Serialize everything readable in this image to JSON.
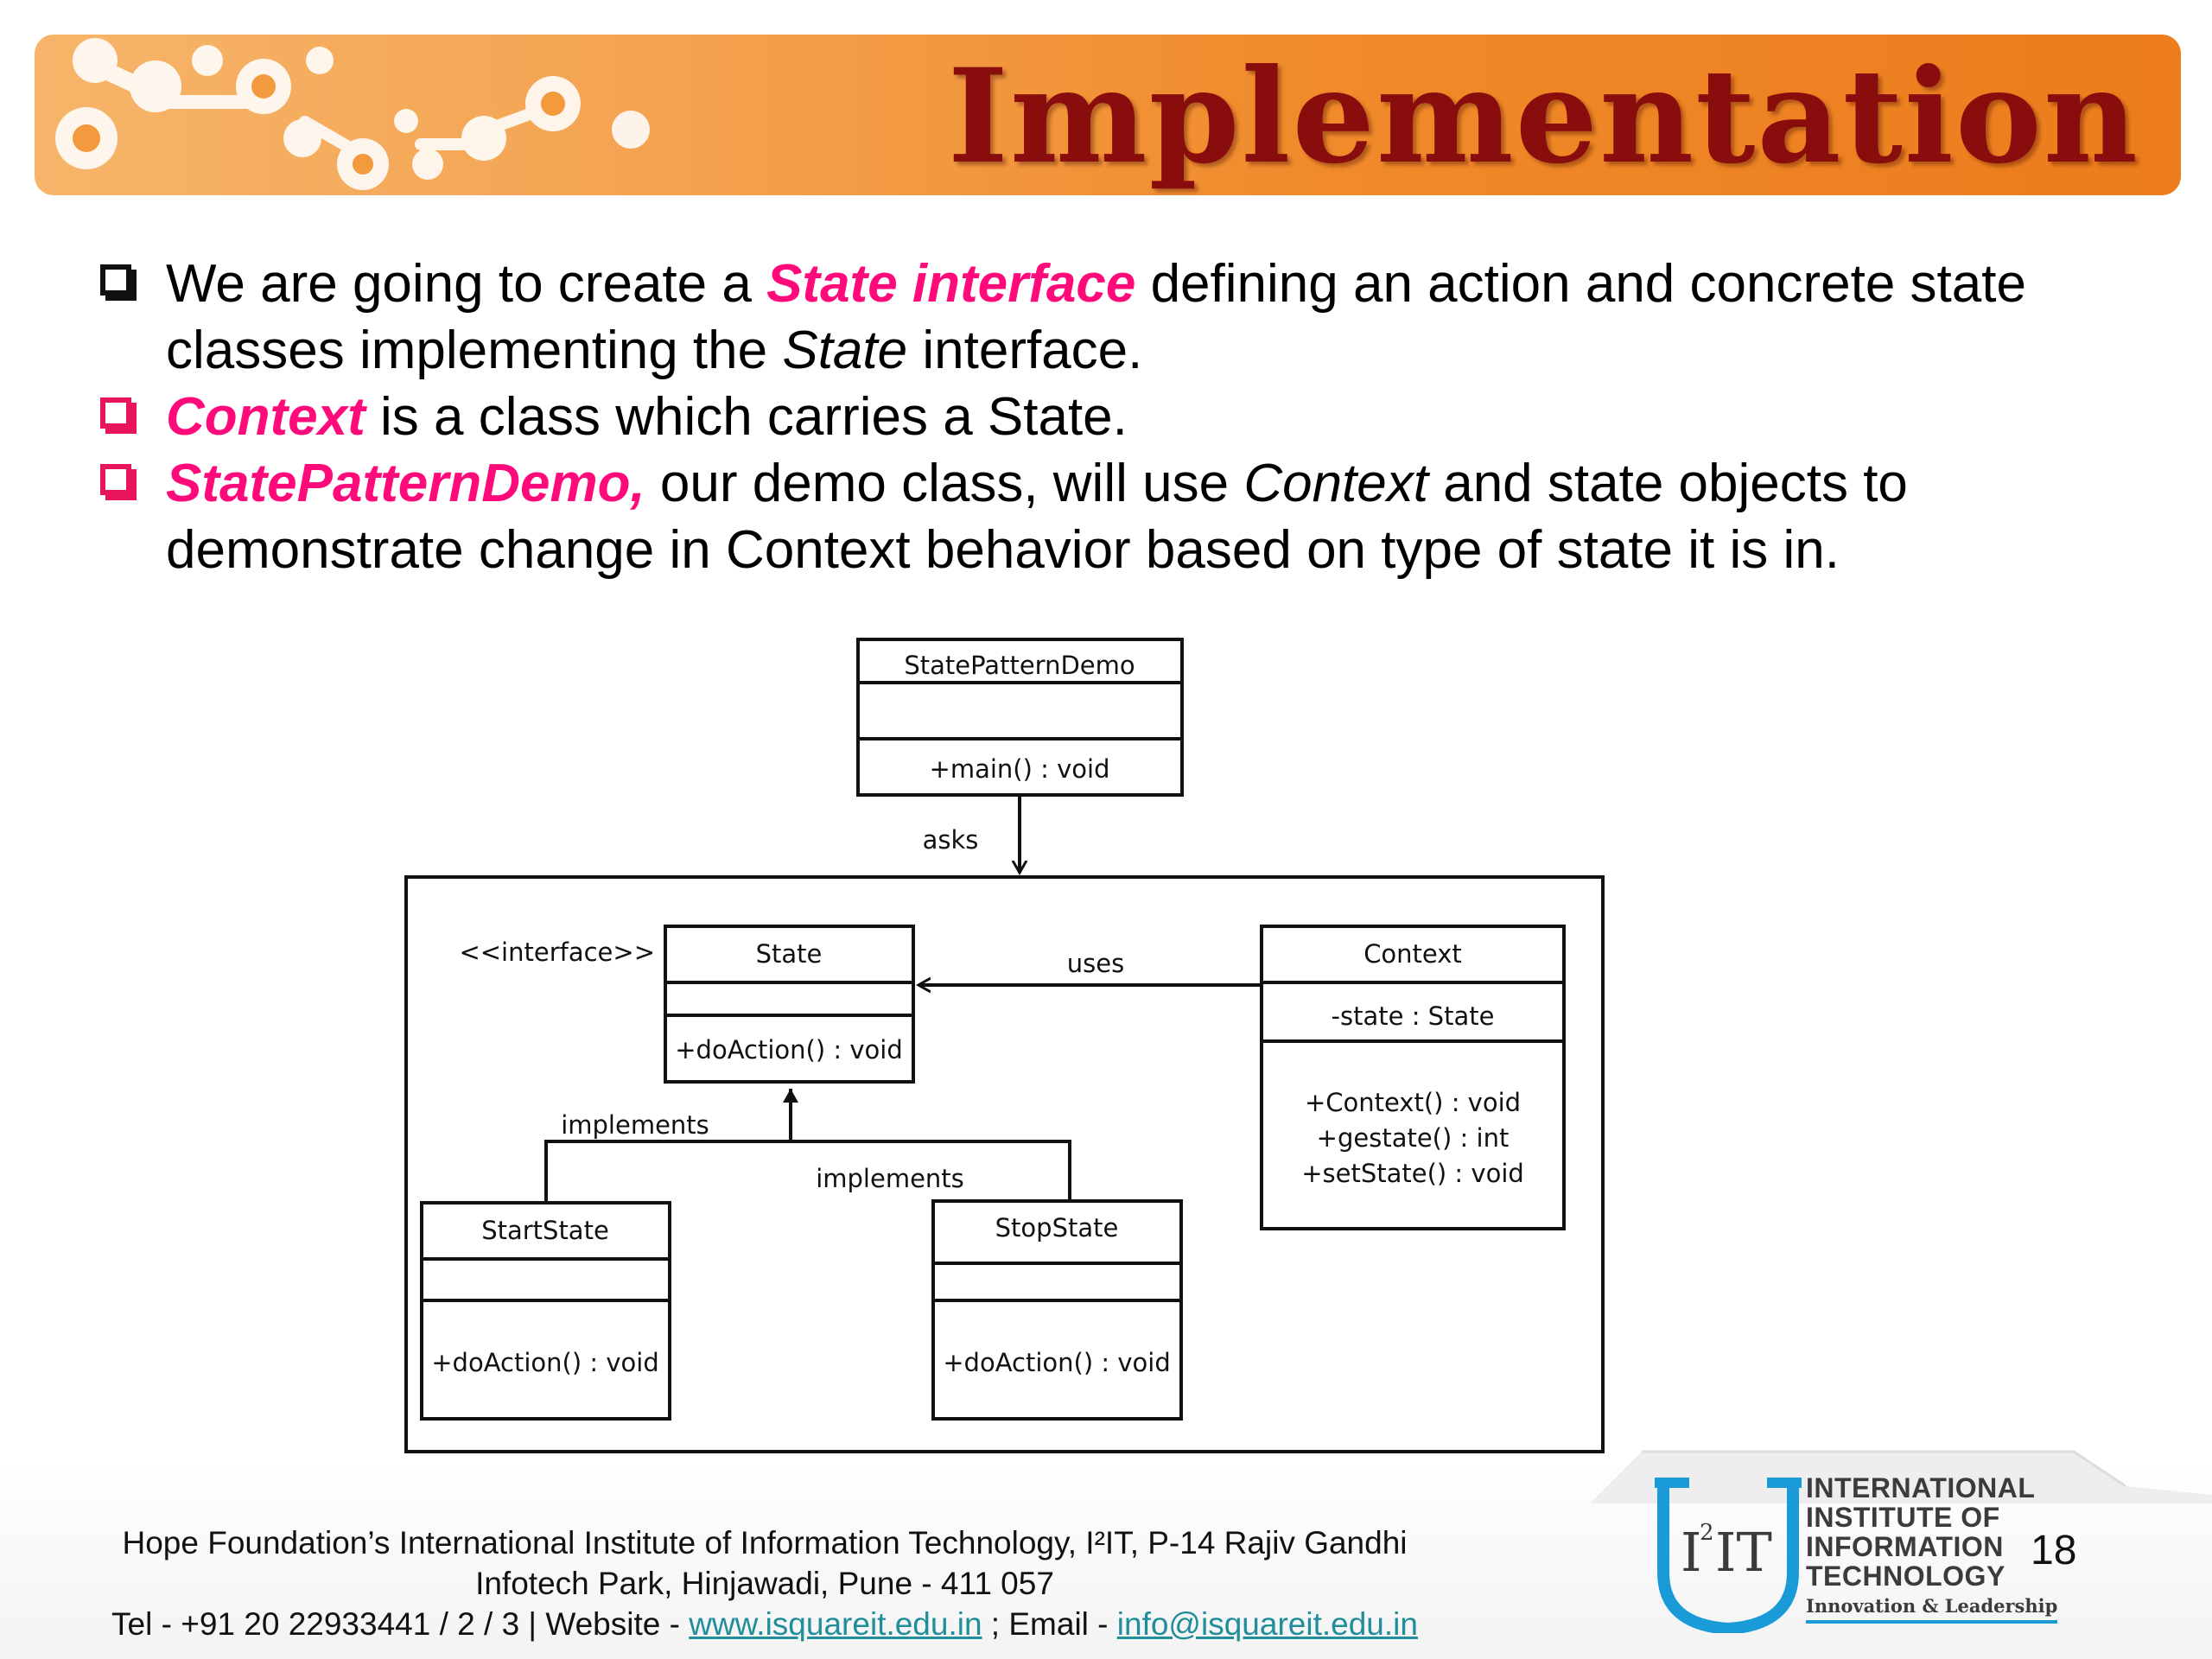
{
  "title": "Implementation",
  "bullets": [
    {
      "prefix": "We are going to create a ",
      "highlight": "State interface",
      "text1": " defining an action and concrete state classes implementing the ",
      "italic": "State",
      "text2": " interface."
    },
    {
      "highlight": "Context",
      "text1": " is a class which carries a State."
    },
    {
      "highlight": "StatePatternDemo,",
      "text1": " our demo class, will use ",
      "italic": "Context",
      "text2": " and state objects to demonstrate change in Context behavior based on type of state it is in."
    }
  ],
  "diagram": {
    "demo": {
      "name": "StatePatternDemo",
      "method": "+main()  : void"
    },
    "asks_label": "asks",
    "interface_stereotype": "<<interface>>",
    "state": {
      "name": "State",
      "method": "+doAction()  : void"
    },
    "uses_label": "uses",
    "context": {
      "name": "Context",
      "attribute": "-state : State",
      "methods": [
        "+Context()  : void",
        "+gestate() : int",
        "+setState() : void"
      ]
    },
    "implements_left": "implements",
    "implements_right": "implements",
    "start_state": {
      "name": "StartState",
      "method": "+doAction()  : void"
    },
    "stop_state": {
      "name": "StopState",
      "method": "+doAction()  : void"
    }
  },
  "footer": {
    "line1": "Hope Foundation’s International Institute of Information Technology, I²IT, P-14 Rajiv Gandhi",
    "line2": "Infotech Park, Hinjawadi, Pune - 411 057",
    "tel": "Tel - +91 20 22933441 / 2 / 3  |  Website - ",
    "website": "www.isquareit.edu.in",
    "email_prefix": " ; Email - ",
    "email": "info@isquareit.edu.in"
  },
  "logo": {
    "mark_main": "I",
    "mark_sup": "2",
    "mark_end": "IT",
    "org_lines": [
      "INTERNATIONAL",
      "INSTITUTE OF",
      "INFORMATION",
      "TECHNOLOGY"
    ],
    "tagline": "Innovation & Leadership"
  },
  "page_number": "18",
  "colors": {
    "title": "#8a0d0d",
    "highlight": "#ff0a7a",
    "bullet_pink": "#e8145e",
    "banner": "#f08a2a",
    "link": "#1f8e9a",
    "logo_blue": "#1a9ad6"
  }
}
